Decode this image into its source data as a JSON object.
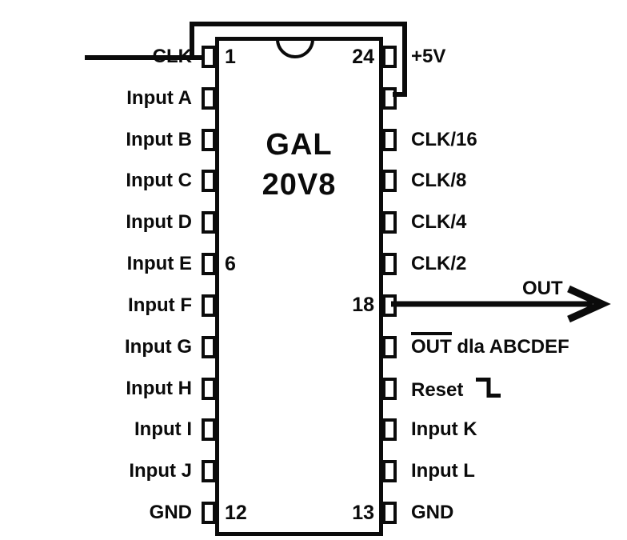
{
  "chip": {
    "name_line1": "GAL",
    "name_line2": "20V8",
    "pin_numbers": {
      "pin1": "1",
      "pin24": "24",
      "pin6": "6",
      "pin18": "18",
      "pin12": "12",
      "pin13": "13"
    }
  },
  "left_pins": [
    {
      "label": "CLK"
    },
    {
      "label": "Input A"
    },
    {
      "label": "Input B"
    },
    {
      "label": "Input C"
    },
    {
      "label": "Input D"
    },
    {
      "label": "Input E"
    },
    {
      "label": "Input F"
    },
    {
      "label": "Input G"
    },
    {
      "label": "Input H"
    },
    {
      "label": "Input I"
    },
    {
      "label": "Input J"
    },
    {
      "label": "GND"
    }
  ],
  "right_pins": [
    {
      "label": "+5V"
    },
    {
      "label": ""
    },
    {
      "label": "CLK/16"
    },
    {
      "label": "CLK/8"
    },
    {
      "label": "CLK/4"
    },
    {
      "label": "CLK/2"
    },
    {
      "label": "OUT"
    },
    {
      "label_overline": "OUT",
      "label_rest": " dla ABCDEF"
    },
    {
      "label": "Reset"
    },
    {
      "label": "Input K"
    },
    {
      "label": "Input L"
    },
    {
      "label": "GND"
    }
  ],
  "colors": {
    "ink": "#0b0b0b",
    "background": "#ffffff"
  }
}
